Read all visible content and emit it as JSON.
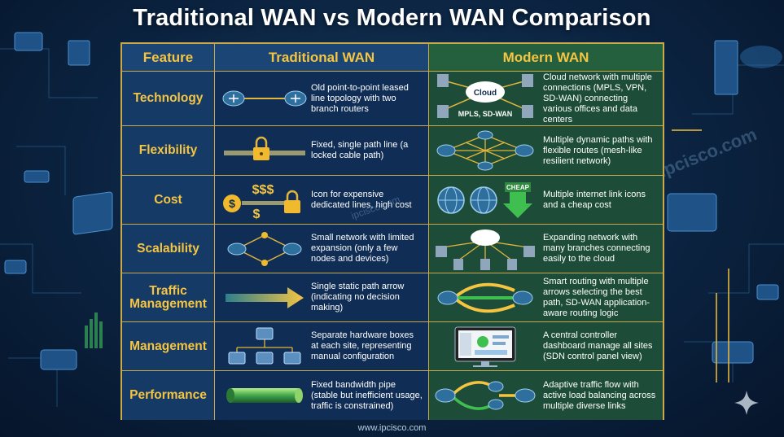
{
  "title": "Traditional WAN vs Modern WAN Comparison",
  "footer_url": "www.ipcisco.com",
  "watermark": "ipcisco.com",
  "watermark_small": "ipcisco.com",
  "colors": {
    "gold": "#f5c542",
    "trad_bg": "#0f2d55",
    "modern_bg": "#1d4d38",
    "border": "#c9a94a"
  },
  "headers": {
    "feature": "Feature",
    "traditional": "Traditional WAN",
    "modern": "Modern WAN"
  },
  "rows": [
    {
      "feature": "Technology",
      "traditional": "Old point-to-point leased line topology with two branch routers",
      "modern": "Cloud network with multiple connections (MPLS, VPN, SD-WAN) connecting various offices and data centers",
      "modern_icon_labels": {
        "cloud": "Cloud",
        "caption": "MPLS, SD-WAN"
      }
    },
    {
      "feature": "Flexibility",
      "traditional": "Fixed, single path line (a locked cable path)",
      "modern": "Multiple dynamic paths with flexible routes (mesh-like resilient network)"
    },
    {
      "feature": "Cost",
      "traditional": "Icon for expensive dedicated lines, high cost",
      "modern": "Multiple internet link icons and a cheap cost",
      "modern_icon_labels": {
        "cheap": "CHEAP"
      }
    },
    {
      "feature": "Scalability",
      "traditional": "Small network with limited expansion (only a few nodes and devices)",
      "modern": "Expanding network with many branches connecting easily to the cloud"
    },
    {
      "feature": "Traffic Management",
      "traditional": "Single static path arrow (indicating no decision making)",
      "modern": "Smart routing with multiple arrows selecting the best path, SD-WAN application-aware routing logic"
    },
    {
      "feature": "Management",
      "traditional": "Separate hardware boxes at each site, representing manual configuration",
      "modern": "A central controller dashboard manage all sites (SDN control panel view)"
    },
    {
      "feature": "Performance",
      "traditional": "Fixed bandwidth pipe (stable but inefficient usage, traffic is constrained)",
      "modern": "Adaptive traffic flow with active load balancing across multiple diverse links"
    }
  ]
}
